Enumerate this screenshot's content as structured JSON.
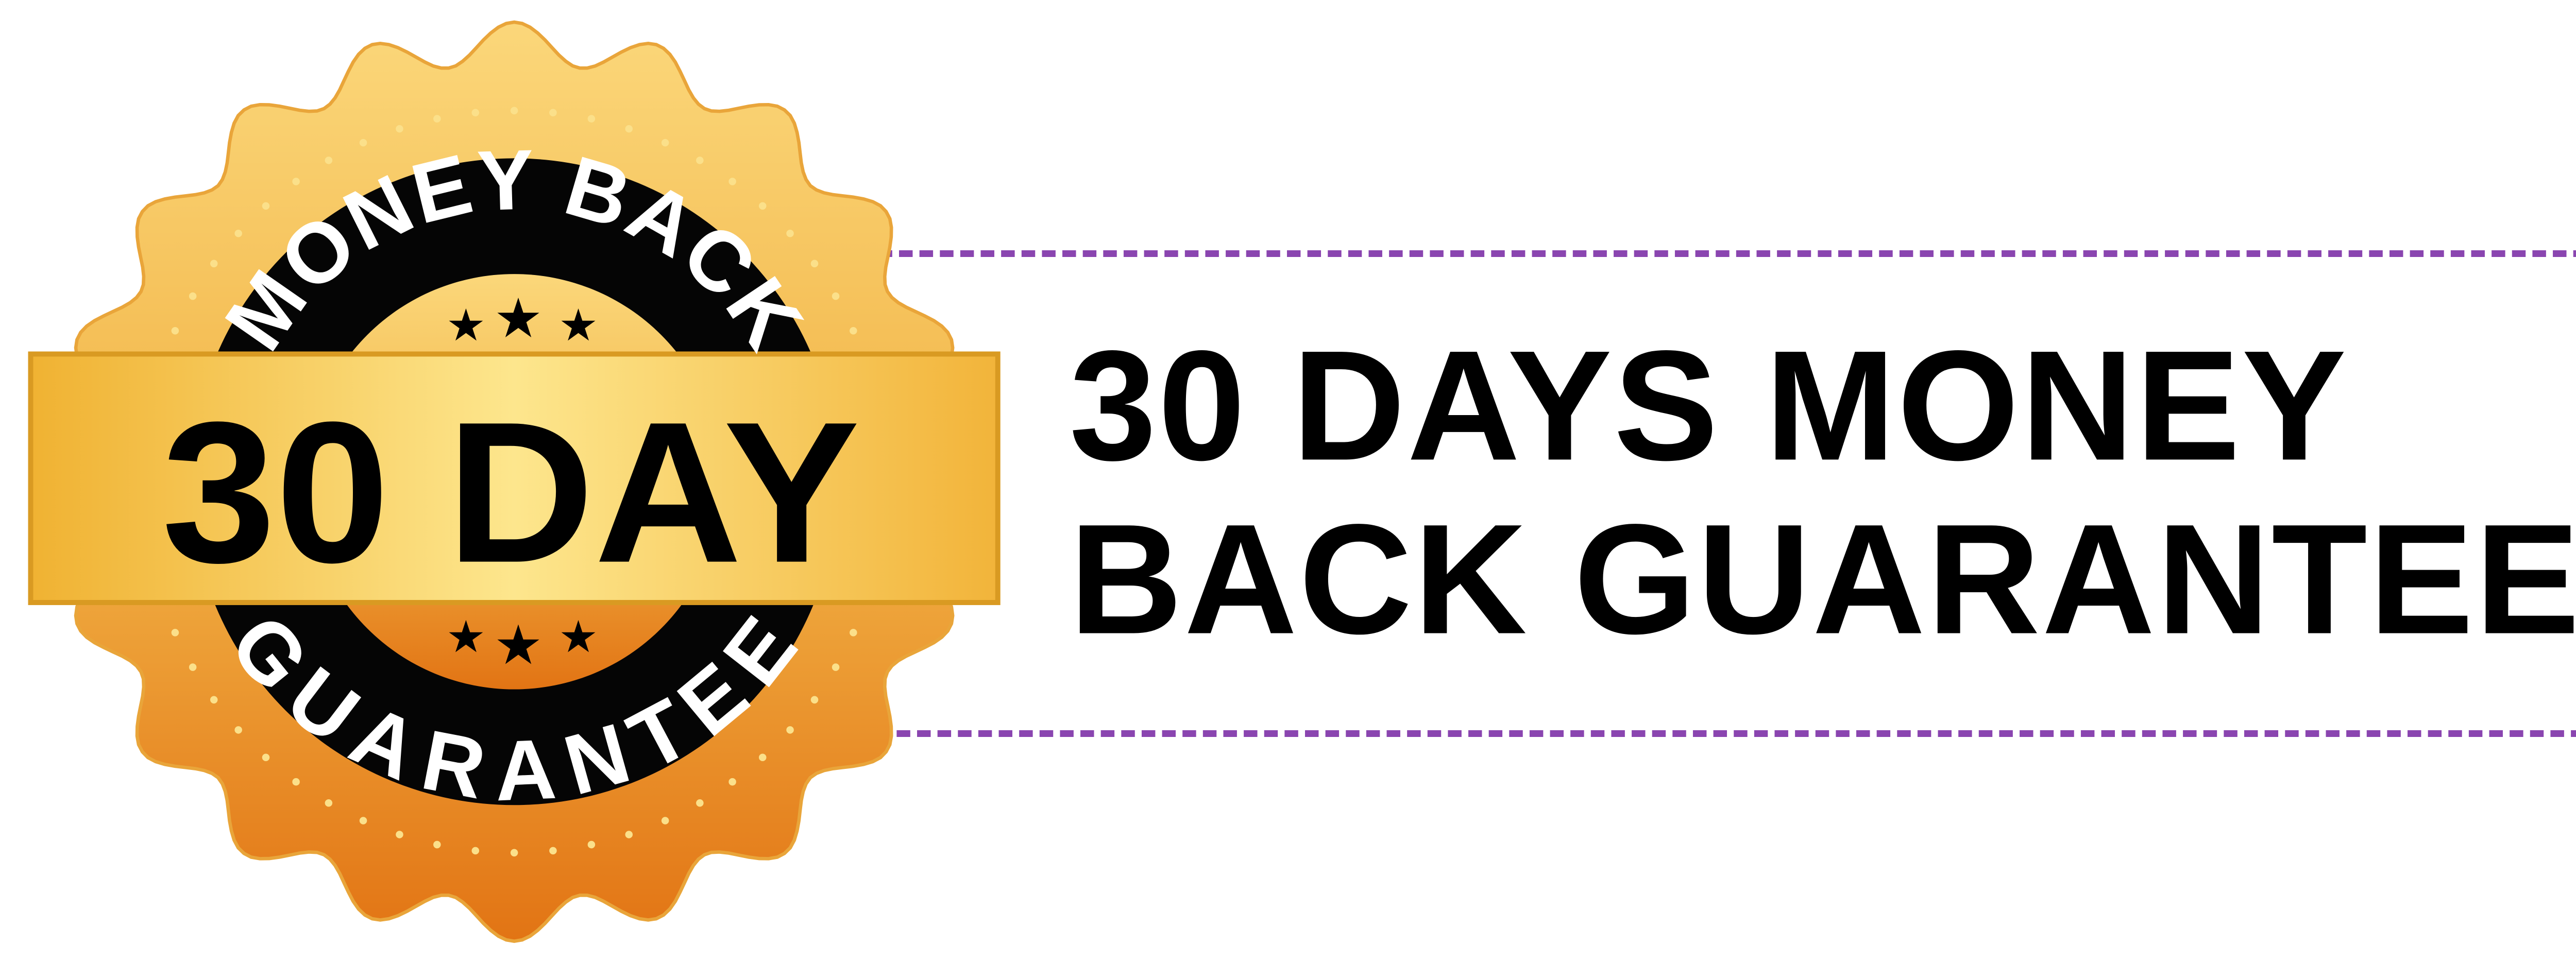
{
  "badge": {
    "top_text": "MONEY BACK",
    "main_text": "30 DAY",
    "bottom_text": "GUARANTEE"
  },
  "headline": {
    "line1": "30 DAYS MONEY",
    "line2": "BACK GUARANTEE"
  },
  "colors": {
    "border": "#8a45b0",
    "gold_light": "#fde58a",
    "gold_dark": "#e07a12",
    "text": "#000000"
  }
}
